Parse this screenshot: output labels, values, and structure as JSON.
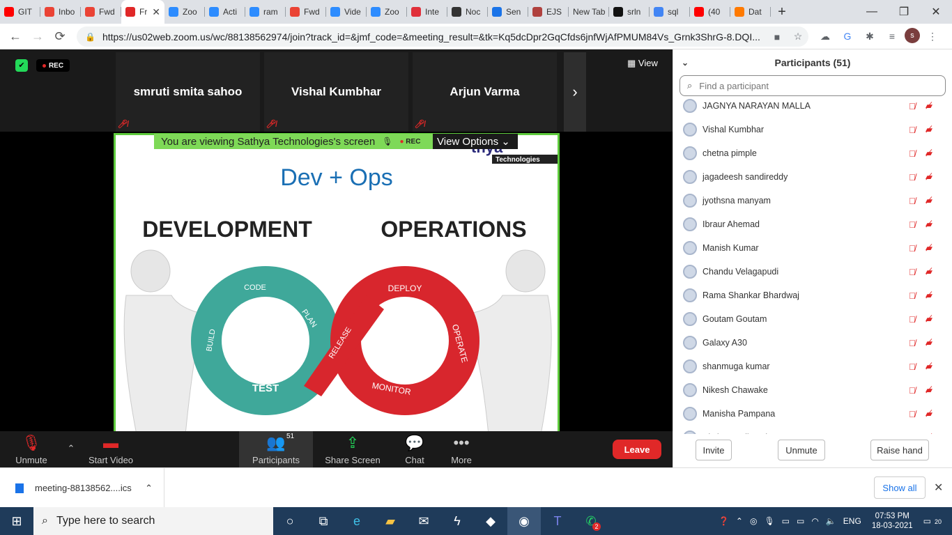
{
  "browser": {
    "tabs": [
      {
        "title": "GIT",
        "icon": "youtube-icon",
        "color": "#ff0000"
      },
      {
        "title": "Inbo",
        "icon": "gmail-icon",
        "color": "#ea4335"
      },
      {
        "title": "Fwd",
        "icon": "gmail-icon",
        "color": "#ea4335"
      },
      {
        "title": "Fr",
        "icon": "recording-icon",
        "color": "#e02828",
        "active": true
      },
      {
        "title": "Zoo",
        "icon": "zoom-icon",
        "color": "#2d8cff"
      },
      {
        "title": "Acti",
        "icon": "zoom-icon",
        "color": "#2d8cff"
      },
      {
        "title": "ram",
        "icon": "zoom-icon",
        "color": "#2d8cff"
      },
      {
        "title": "Fwd",
        "icon": "gmail-icon",
        "color": "#ea4335"
      },
      {
        "title": "Vide",
        "icon": "zoom-icon",
        "color": "#2d8cff"
      },
      {
        "title": "Zoo",
        "icon": "zoom-icon",
        "color": "#2d8cff"
      },
      {
        "title": "Inte",
        "icon": "r-icon",
        "color": "#e0303a"
      },
      {
        "title": "Noc",
        "icon": "globe-icon",
        "color": "#333333"
      },
      {
        "title": "Sen",
        "icon": "pin-icon",
        "color": "#1a73e8"
      },
      {
        "title": "EJS",
        "icon": "ejs-icon",
        "color": "#b0413e"
      },
      {
        "title": "New Tab",
        "icon": "",
        "color": ""
      },
      {
        "title": "srln",
        "icon": "github-icon",
        "color": "#111111"
      },
      {
        "title": "sql",
        "icon": "google-icon",
        "color": "#4285f4"
      },
      {
        "title": "(40",
        "icon": "youtube-icon",
        "color": "#ff0000"
      },
      {
        "title": "Dat",
        "icon": "diamond-icon",
        "color": "#ff7a00"
      }
    ],
    "url": "https://us02web.zoom.us/wc/88138562974/join?track_id=&jmf_code=&meeting_result=&tk=Kq5dcDpr2GqCfds6jnfWjAfPMUM84Vs_Grnk3ShrG-8.DQI...",
    "profile_initial": "s"
  },
  "meeting": {
    "rec_label": "REC",
    "view_label": "View",
    "thumbnails": [
      "smruti smita sahoo",
      "Vishal Kumbhar",
      "Arjun Varma"
    ],
    "share_banner": "You are viewing Sathya Technologies's screen",
    "share_rec": "REC",
    "view_options": "View Options",
    "slide": {
      "title": "Dev + Ops",
      "left_heading": "DEVELOPMENT",
      "right_heading": "OPERATIONS",
      "logo_main": "thya",
      "logo_sub": "Technologies",
      "loop_left": [
        "CODE",
        "PLAN",
        "BUILD",
        "TEST"
      ],
      "loop_center": "RELEASE",
      "loop_right": [
        "DEPLOY",
        "OPERATE",
        "MONITOR"
      ]
    },
    "toolbar": {
      "unmute": "Unmute",
      "start_video": "Start Video",
      "participants": "Participants",
      "participant_count": "51",
      "share_screen": "Share Screen",
      "chat": "Chat",
      "more": "More",
      "leave": "Leave"
    }
  },
  "participants_panel": {
    "title": "Participants (51)",
    "search_placeholder": "Find a participant",
    "people": [
      "JAGNYA NARAYAN MALLA",
      "Vishal Kumbhar",
      "chetna pimple",
      "jagadeesh sandireddy",
      "jyothsna manyam",
      "Ibraur Ahemad",
      "Manish Kumar",
      "Chandu Velagapudi",
      "Rama Shankar Bhardwaj",
      "Goutam Goutam",
      "Galaxy A30",
      "shanmuga kumar",
      "Nikesh Chawake",
      "Manisha Pampana",
      "Akshay Gaikwad"
    ],
    "invite": "Invite",
    "unmute": "Unmute",
    "raise_hand": "Raise hand"
  },
  "downloads": {
    "file": "meeting-88138562....ics",
    "show_all": "Show all"
  },
  "taskbar": {
    "search": "Type here to search",
    "lang": "ENG",
    "time": "07:53 PM",
    "date": "18-03-2021",
    "notif_count": "20",
    "whatsapp_badge": "2"
  }
}
